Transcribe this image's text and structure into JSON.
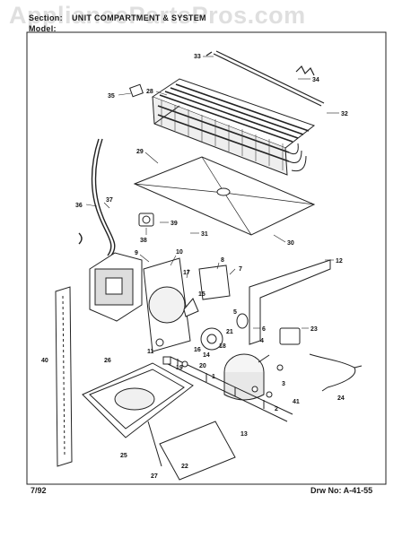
{
  "header": {
    "section_label": "Section:",
    "section_value": "UNIT COMPARTMENT & SYSTEM",
    "model_label": "Model:"
  },
  "watermark": "AppliancePartsPros.com",
  "footer": {
    "date": "7/92",
    "drawing_no": "Drw No: A-41-55"
  },
  "callouts": [
    "33",
    "34",
    "35",
    "28",
    "32",
    "29",
    "30",
    "36",
    "37",
    "39",
    "38",
    "31",
    "9",
    "10",
    "12",
    "17",
    "15",
    "8",
    "7",
    "5",
    "6",
    "23",
    "16",
    "21",
    "4",
    "11",
    "20",
    "18",
    "14",
    "19",
    "1",
    "2",
    "3",
    "41",
    "40",
    "26",
    "24",
    "13",
    "25",
    "27",
    "22"
  ]
}
